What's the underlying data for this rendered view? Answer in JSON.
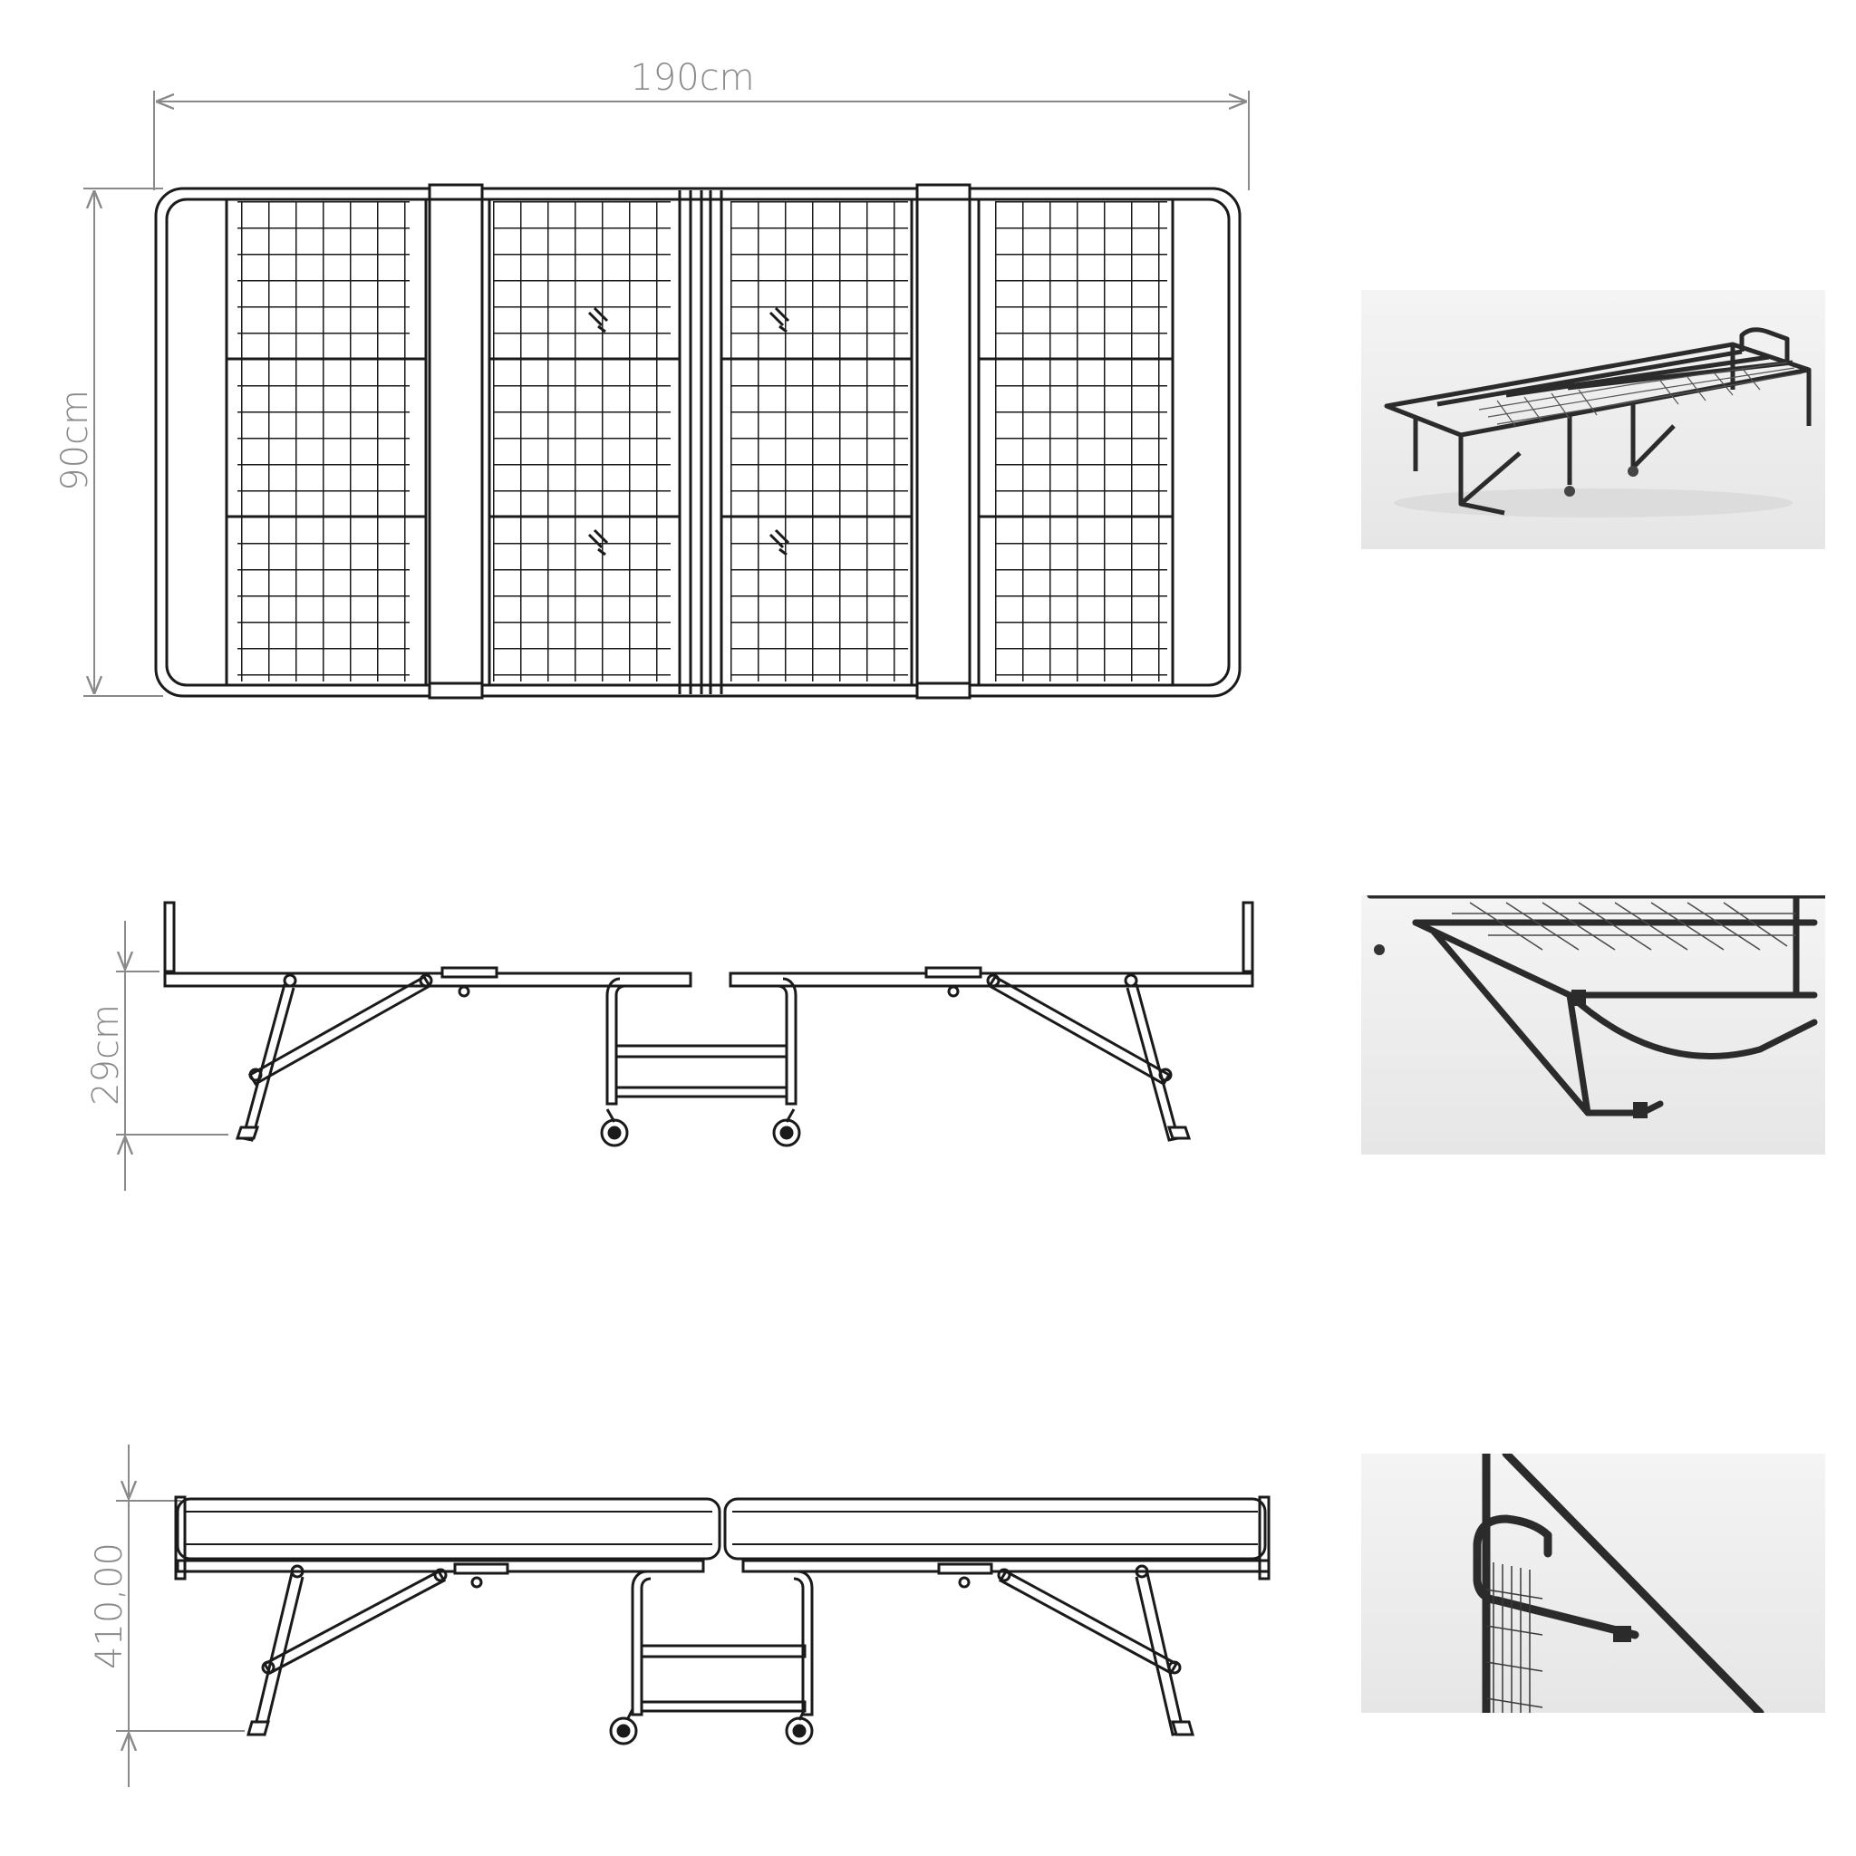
{
  "dimensions": {
    "length": "190cm",
    "width": "90cm",
    "leg_height": "29cm",
    "total_height": "410,00"
  },
  "colors": {
    "line": "#1a1a1a",
    "dimension": "#8a8a8a",
    "photo_bg": "#eeeeee",
    "frame": "#2b2b2b"
  }
}
